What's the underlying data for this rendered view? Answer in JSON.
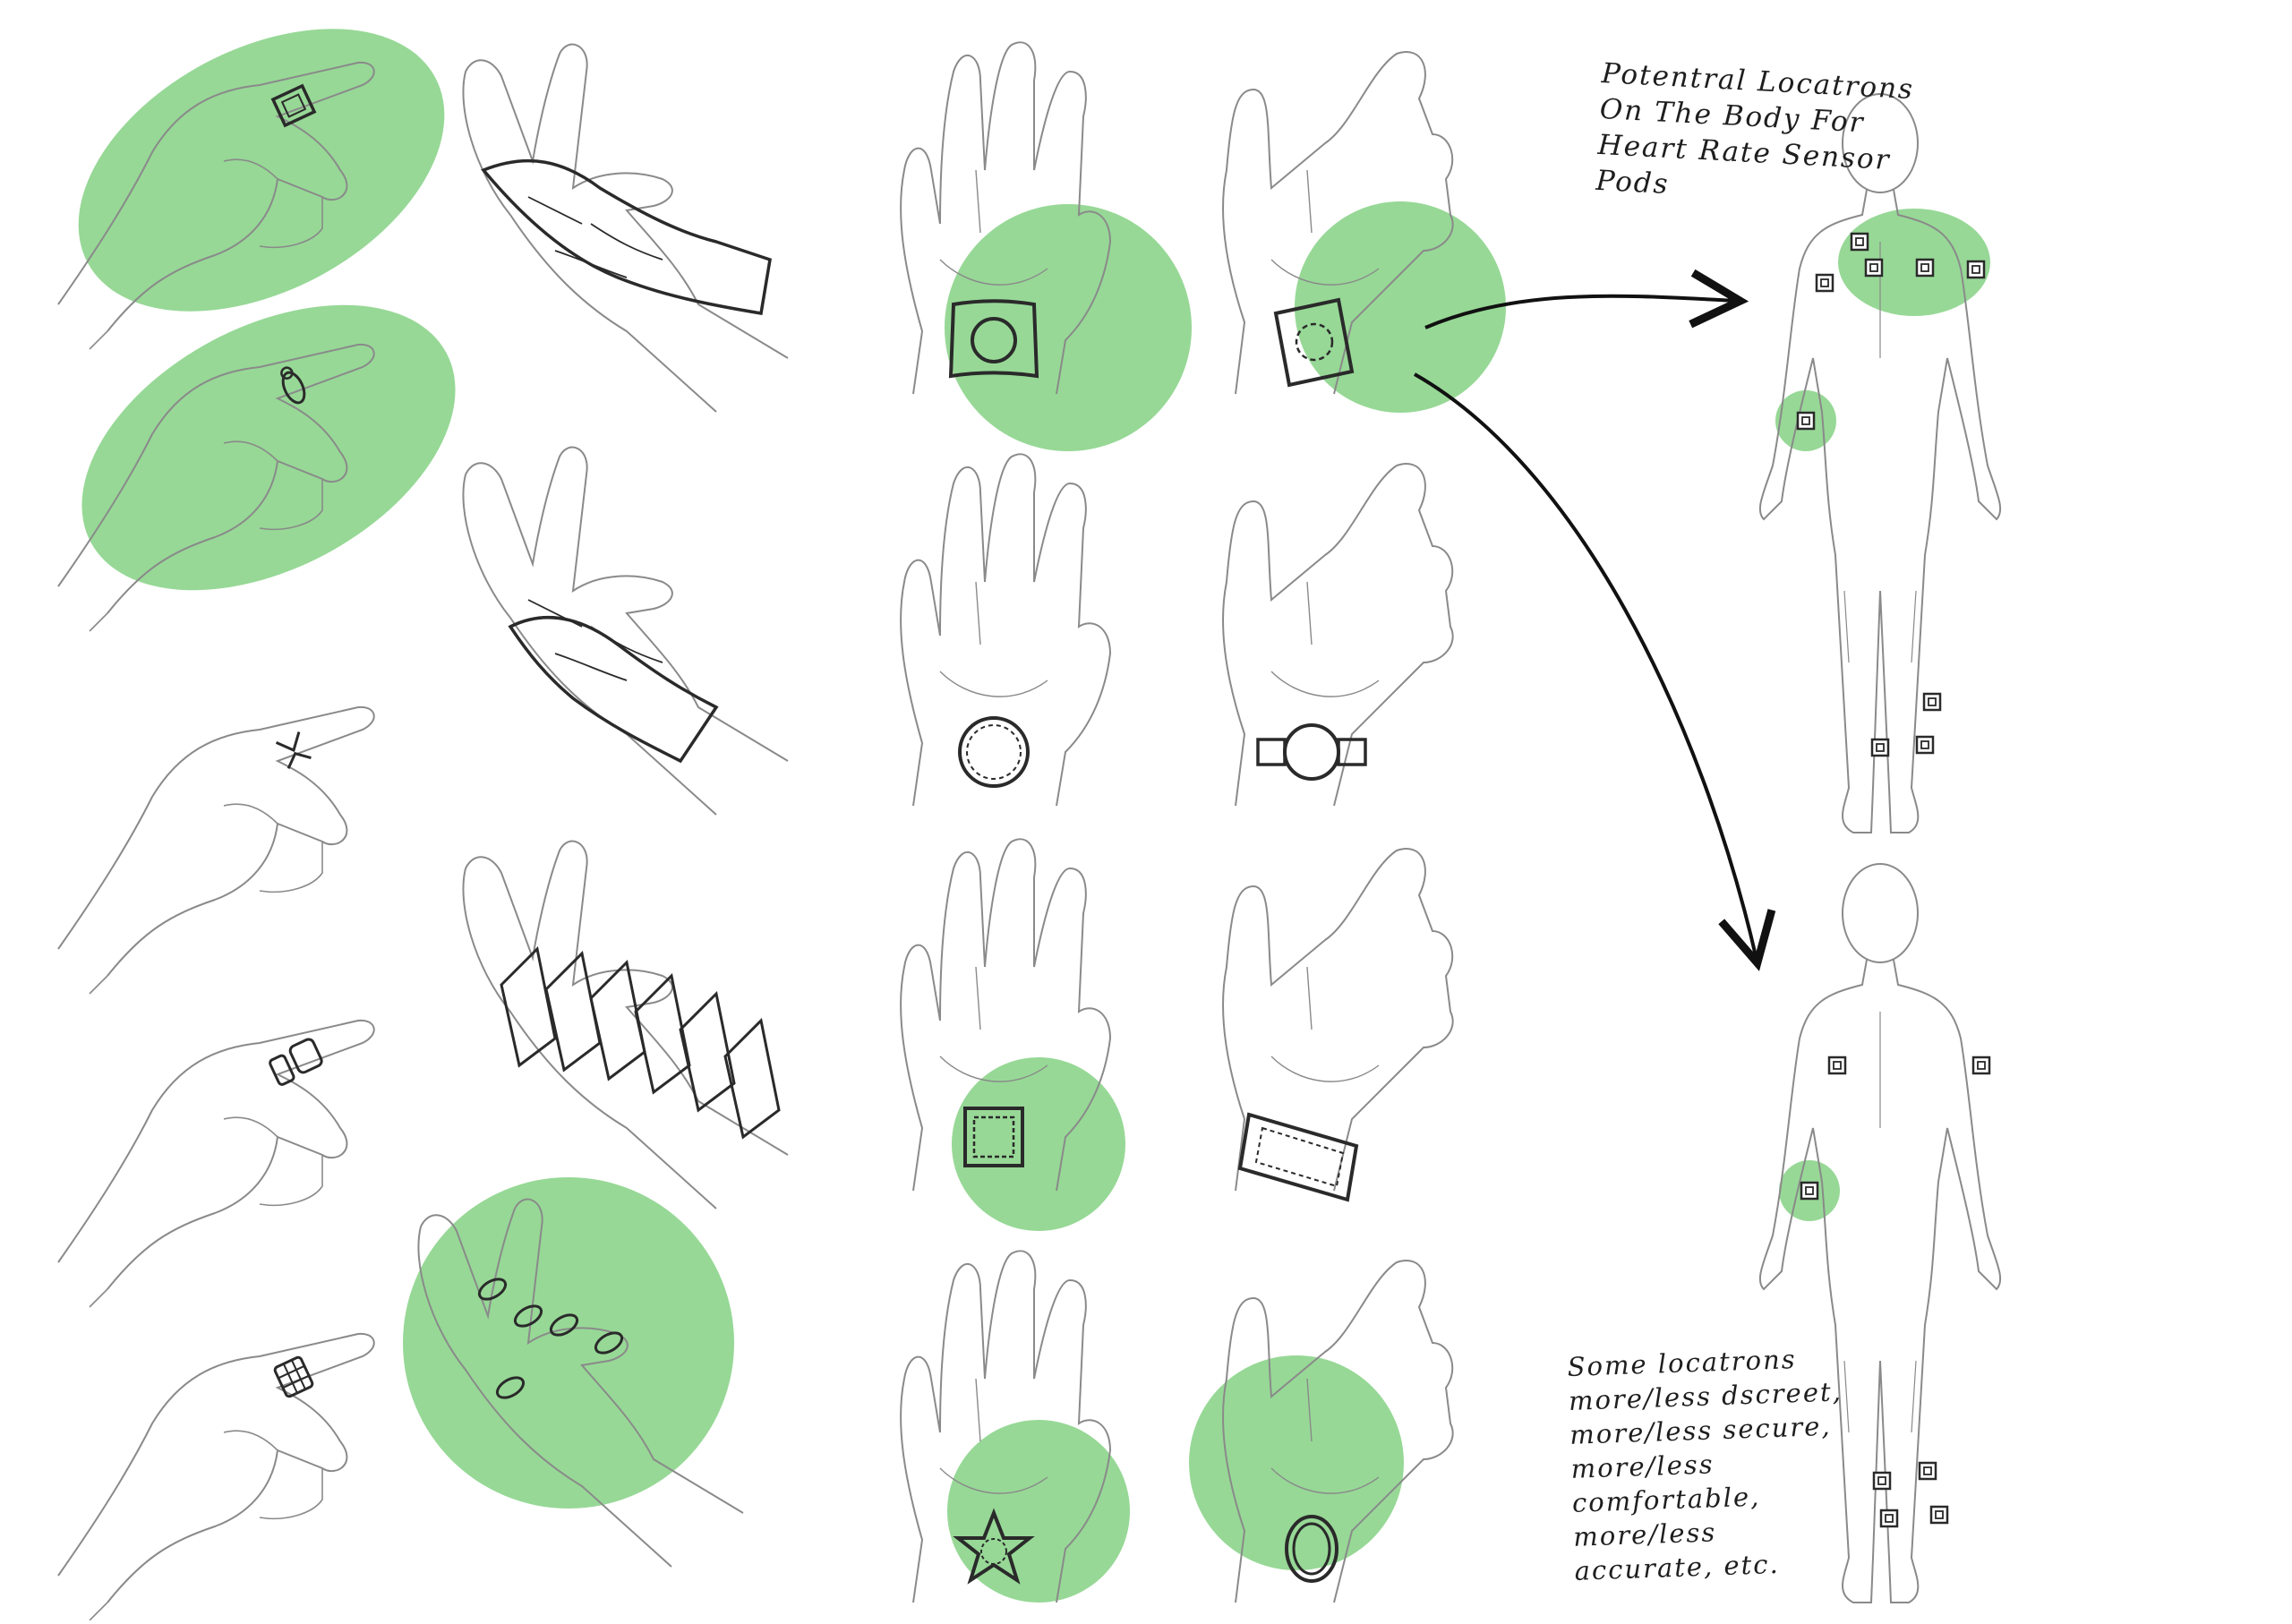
{
  "colors": {
    "highlight": "#97d896",
    "line": "#2a2a2a",
    "sketch": "#8a8a8a",
    "paper": "#ffffff"
  },
  "notes": {
    "title": "Potentral Locatrons\nOn The Body For\nHeart Rate Sensor\nPods",
    "bottom": "Some locatrons\nmore/less dscreet,\nmore/less secure,\nmore/less\ncomfortable,\nmore/less\n accurate, etc."
  },
  "ring_sketches": [
    {
      "style": "square-signet-ring-icon",
      "highlighted": true
    },
    {
      "style": "thin-band-ring-icon",
      "highlighted": true
    },
    {
      "style": "chevron-ring-icon",
      "highlighted": false
    },
    {
      "style": "double-band-ring-icon",
      "highlighted": false
    },
    {
      "style": "grid-band-ring-icon",
      "highlighted": false
    }
  ],
  "glove_sketches": [
    {
      "style": "fingerless-glove-icon",
      "highlighted": false
    },
    {
      "style": "half-glove-icon",
      "highlighted": false
    },
    {
      "style": "wrap-bandage-icon",
      "highlighted": false
    },
    {
      "style": "multi-ring-hand-icon",
      "highlighted": true
    }
  ],
  "wrist_sketches": [
    {
      "style": "square-patch-pod-icon",
      "highlighted": true
    },
    {
      "style": "angled-patch-pod-icon",
      "highlighted": true
    },
    {
      "style": "round-watch-face-icon",
      "highlighted": false
    },
    {
      "style": "round-watch-band-icon",
      "highlighted": false
    },
    {
      "style": "square-pod-icon",
      "highlighted": true
    },
    {
      "style": "cuff-band-icon",
      "highlighted": false
    },
    {
      "style": "star-pod-icon",
      "highlighted": true
    },
    {
      "style": "oval-pod-icon",
      "highlighted": true
    }
  ],
  "body_figures": [
    {
      "view": "front",
      "pod_markers": 9,
      "highlighted_regions": [
        "chest",
        "forearm"
      ]
    },
    {
      "view": "back",
      "pod_markers": 7,
      "highlighted_regions": [
        "forearm"
      ]
    }
  ]
}
